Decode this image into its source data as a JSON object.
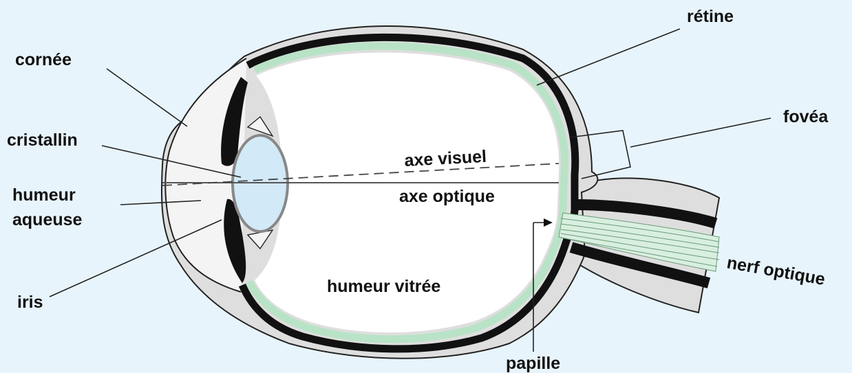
{
  "labels": {
    "cornea": "cornée",
    "lens": "cristallin",
    "aqueous_humor_line1": "humeur",
    "aqueous_humor_line2": "aqueuse",
    "iris": "iris",
    "retina": "rétine",
    "fovea": "fovéa",
    "visual_axis": "axe visuel",
    "optical_axis": "axe optique",
    "vitreous_humor": "humeur vitrée",
    "optic_disc": "papille",
    "optic_nerve": "nerf optique"
  },
  "colors": {
    "background": "#e8f4fb",
    "sclera": "#dedede",
    "choroid": "#111111",
    "retina": "#b9e3c6",
    "lens": "#d2e9f7",
    "vitreous": "#ffffff"
  }
}
